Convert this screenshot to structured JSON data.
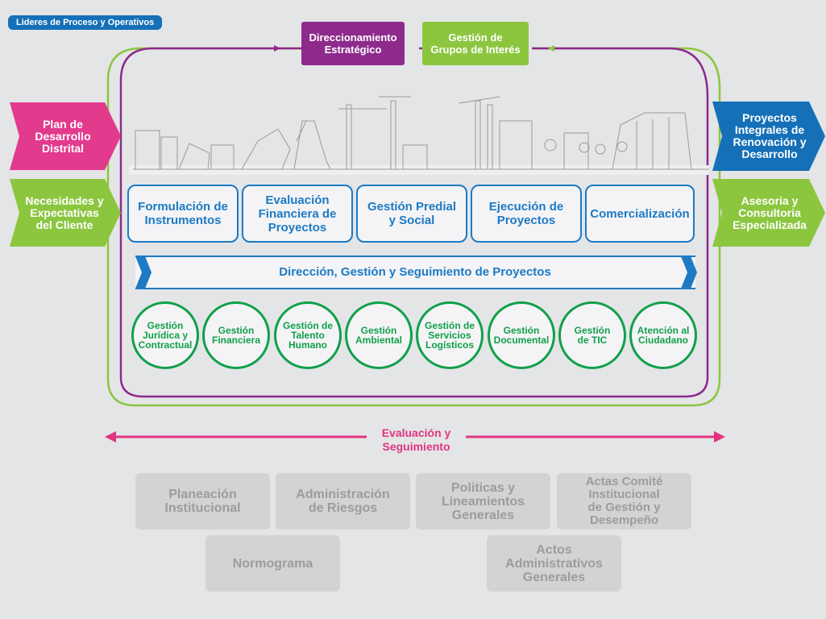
{
  "badge": {
    "label": "Lideres de Proceso y Operativos"
  },
  "top_boxes": {
    "direccionamiento": {
      "label": "Direccionamiento\nEstratégico",
      "color": "#8e2a8c"
    },
    "grupos": {
      "label": "Gestión de\nGrupos de Interés",
      "color": "#8cc63f"
    }
  },
  "inputs": [
    {
      "label": "Plan de\nDesarrollo\nDistrital",
      "color": "#e23a8d"
    },
    {
      "label": "Necesidades y\nExpectativas\ndel Cliente",
      "color": "#8cc63f"
    }
  ],
  "outputs": [
    {
      "label": "Proyectos\nIntegrales de\nRenovación y\nDesarrollo",
      "color": "#1570b7"
    },
    {
      "label": "Asesoria y\nConsultoria\nEspecializada",
      "color": "#8cc63f"
    }
  ],
  "mission_processes": [
    "Formulación de\nInstrumentos",
    "Evaluación\nFinanciera de\nProyectos",
    "Gestión Predial\ny Social",
    "Ejecución de\nProyectos",
    "Comercialización"
  ],
  "band": {
    "label": "Dirección, Gestión y Seguimiento de Proyectos"
  },
  "support_processes": [
    "Gestión\nJurídica y\nContractual",
    "Gestión\nFinanciera",
    "Gestión de\nTalento\nHumano",
    "Gestión\nAmbiental",
    "Gestión de\nServicios\nLogísticos",
    "Gestión\nDocumental",
    "Gestión\nde TIC",
    "Atención al\nCiudadano"
  ],
  "evaluation": {
    "label": "Evaluación y\nSeguimiento",
    "color": "#e0347f"
  },
  "documents_row1": [
    "Planeación\nInstitucional",
    "Administración\nde Riesgos",
    "Politicas y\nLineamientos\nGenerales",
    "Actas Comité\nInstitucional\nde Gestión y\nDesempeño"
  ],
  "documents_row2": [
    "Normograma",
    "Actos\nAdministrativos\nGenerales"
  ]
}
